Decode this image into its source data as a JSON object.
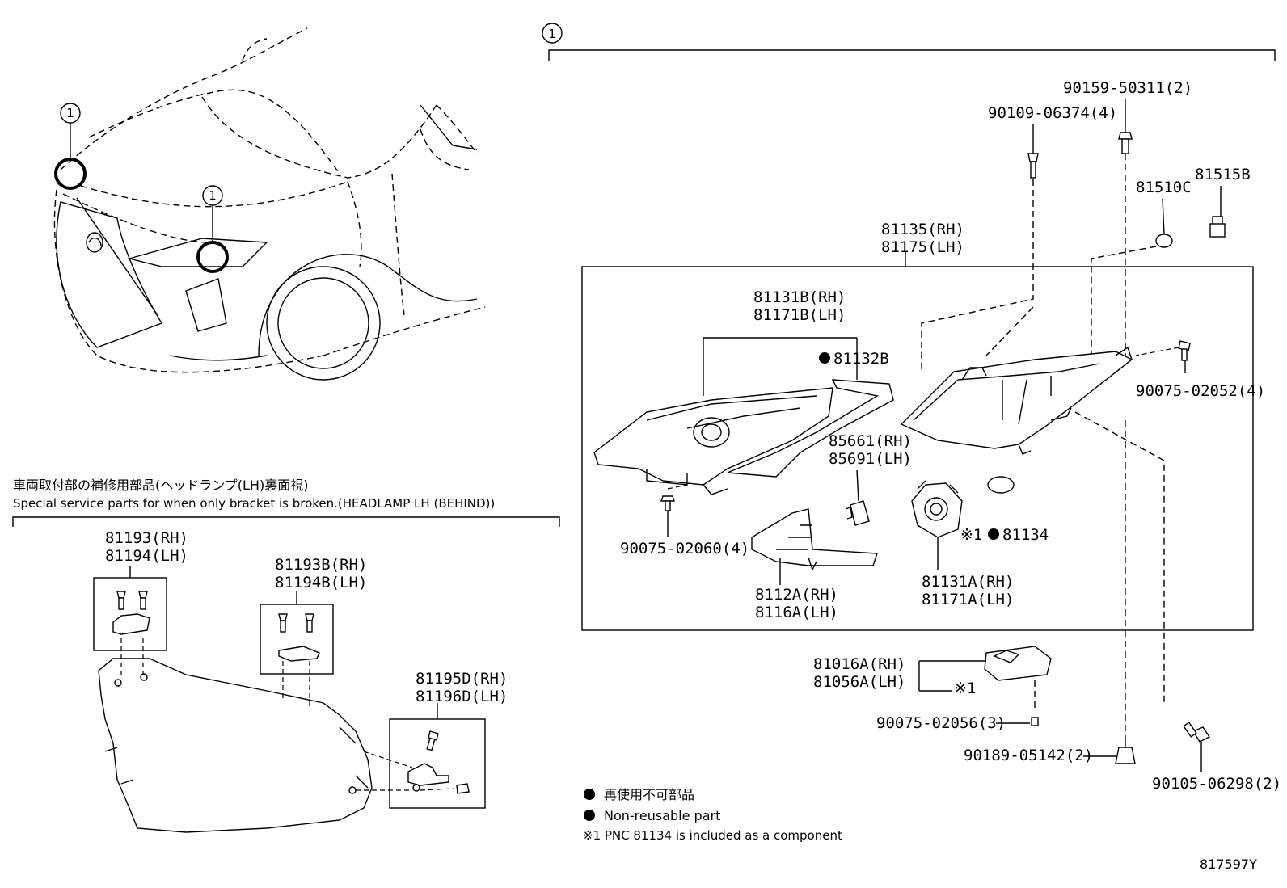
{
  "callout": {
    "number": "1"
  },
  "parts": {
    "p90159": "90159-50311(2)",
    "p90109": "90109-06374(4)",
    "p81515B": "81515B",
    "p81510C": "81510C",
    "p81135": "81135(RH)",
    "p81175": "81175(LH)",
    "p81131B": "81131B(RH)",
    "p81171B": "81171B(LH)",
    "p81132B": "81132B",
    "p90075_02052": "90075-02052(4)",
    "p85661": "85661(RH)",
    "p85691": "85691(LH)",
    "p90075_02060": "90075-02060(4)",
    "p81134": "81134",
    "x1": "※1",
    "p8112A": "8112A(RH)",
    "p8116A": "8116A(LH)",
    "p81131A": "81131A(RH)",
    "p81171A": "81171A(LH)",
    "p81016A": "81016A(RH)",
    "p81056A": "81056A(LH)",
    "p90075_02056": "90075-02056(3)",
    "p90189": "90189-05142(2)",
    "p90105": "90105-06298(2)",
    "p81193": "81193(RH)",
    "p81194": "81194(LH)",
    "p81193B": "81193B(RH)",
    "p81194B": "81194B(LH)",
    "p81195D": "81195D(RH)",
    "p81196D": "81196D(LH)"
  },
  "special_section": {
    "title_jp": "車両取付部の補修用部品(ヘッドランプ(LH)裏面視)",
    "title_en": "Special service parts for when only bracket is broken.(HEADLAMP LH (BEHIND))"
  },
  "legend": {
    "jp": "再使用不可部品",
    "en": "Non-reusable part",
    "note": "※1 PNC 81134 is included as a component"
  },
  "reference": "817597Y"
}
